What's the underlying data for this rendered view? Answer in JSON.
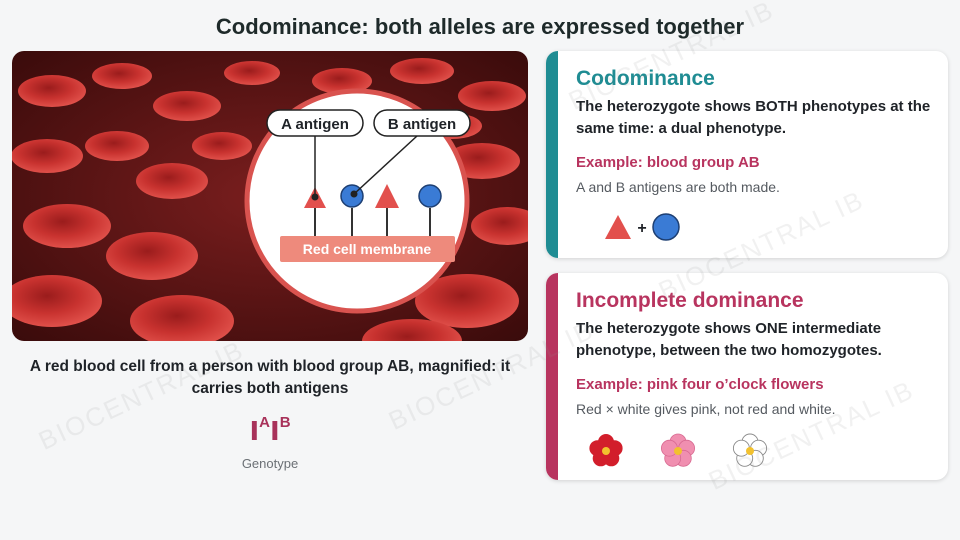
{
  "title": "Codominance: both alleles are expressed together",
  "illustration": {
    "callout_a": "A antigen",
    "callout_b": "B antigen",
    "membrane_label": "Red cell membrane"
  },
  "caption": "A red blood cell from a person with blood group AB, magnified: it carries both antigens",
  "genotype": {
    "symbol": "I",
    "allele_a": "A",
    "allele_b": "B",
    "label": "Genotype"
  },
  "codominance": {
    "heading": "Codominance",
    "description": "The heterozygote shows BOTH phenotypes at the same time: a dual phenotype.",
    "example": "Example: blood group AB",
    "note": "A and B antigens are both made.",
    "plus": "+",
    "icons": [
      "red-triangle-icon",
      "blue-circle-icon"
    ]
  },
  "incomplete": {
    "heading": "Incomplete dominance",
    "description": "The heterozygote shows ONE intermediate phenotype, between the two homozygotes.",
    "example": "Example: pink four o’clock flowers",
    "note": "Red × white gives pink, not red and white.",
    "icons": [
      "red-flower-icon",
      "pink-flower-icon",
      "white-flower-icon"
    ]
  },
  "watermark": "BIOCENTRAL IB",
  "colors": {
    "teal_accent": "#1f8c93",
    "magenta_accent": "#b8345f",
    "antigen_a": "#e2504d",
    "antigen_b": "#3a7bd5"
  }
}
